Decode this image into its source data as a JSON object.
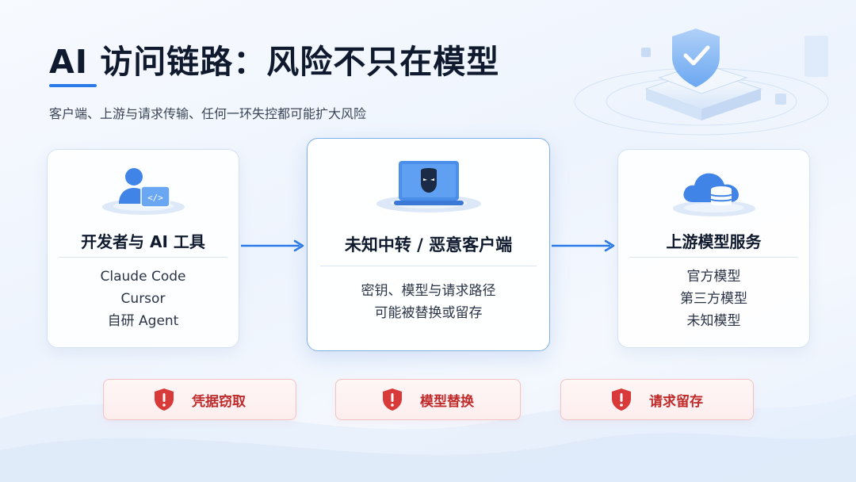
{
  "slide": {
    "title": "AI 访问链路：风险不只在模型",
    "subtitle": "客户端、上游与请求传输、任何一环失控都可能扩大风险"
  },
  "nodes": [
    {
      "id": "developer",
      "title": "开发者与 AI 工具",
      "icon": "developer-code-icon",
      "lines": [
        "Claude Code",
        "Cursor",
        "自研 Agent"
      ]
    },
    {
      "id": "relay",
      "title": "未知中转 / 恶意客户端",
      "icon": "masked-laptop-icon",
      "lines": [
        "密钥、模型与请求路径",
        "可能被替换或留存"
      ]
    },
    {
      "id": "upstream",
      "title": "上游模型服务",
      "icon": "cloud-database-icon",
      "lines": [
        "官方模型",
        "第三方模型",
        "未知模型"
      ]
    }
  ],
  "edges": [
    {
      "from": "developer",
      "to": "relay"
    },
    {
      "from": "relay",
      "to": "upstream"
    }
  ],
  "risks": [
    {
      "label": "凭据窃取",
      "icon": "alert-shield-icon"
    },
    {
      "label": "模型替换",
      "icon": "alert-shield-icon"
    },
    {
      "label": "请求留存",
      "icon": "alert-shield-icon"
    }
  ],
  "colors": {
    "accent": "#2a7ae8",
    "risk": "#d83a3a",
    "risk_text": "#bf2b2b"
  }
}
